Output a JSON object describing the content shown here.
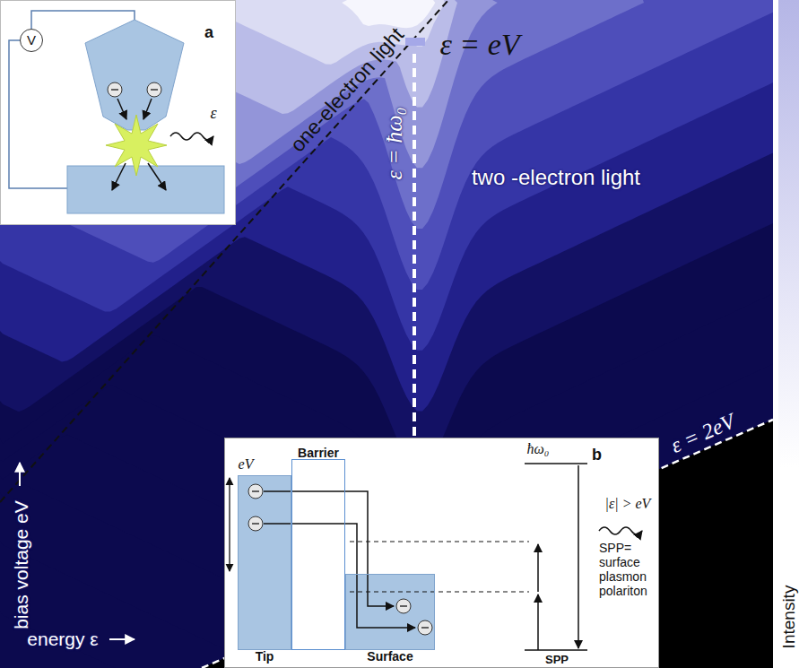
{
  "diagram": {
    "nodes": [
      {
        "text": [
          "a"
        ]
      },
      {
        "text": [
          "V"
        ],
        "in": 0
      },
      {
        "text": [
          "b"
        ]
      },
      {
        "text": [
          "Tip"
        ],
        "in": 2
      },
      {
        "text": [
          "Barrier"
        ],
        "in": 2
      },
      {
        "text": [
          "Surface"
        ],
        "in": 2
      }
    ],
    "labels": [
      "one-electron light",
      "ε = eV",
      "ε = ħω₀",
      "two -electron light",
      "ε = 2eV",
      "bias voltage eV",
      "energy ε",
      "ε",
      "eV",
      "ħω₀",
      "|ε| > eV",
      "SPP= surface plasmon polariton",
      "SPP",
      "Intensity"
    ]
  }
}
